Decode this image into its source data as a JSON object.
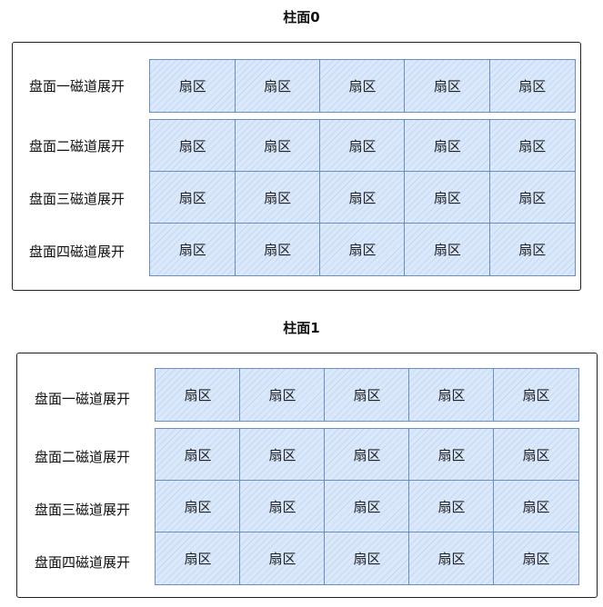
{
  "cylinders": [
    {
      "title": "柱面0",
      "rows": [
        {
          "label": "盘面一磁道展开",
          "sectors": [
            "扇区",
            "扇区",
            "扇区",
            "扇区",
            "扇区"
          ]
        },
        {
          "label": "盘面二磁道展开",
          "sectors": [
            "扇区",
            "扇区",
            "扇区",
            "扇区",
            "扇区"
          ]
        },
        {
          "label": "盘面三磁道展开",
          "sectors": [
            "扇区",
            "扇区",
            "扇区",
            "扇区",
            "扇区"
          ]
        },
        {
          "label": "盘面四磁道展开",
          "sectors": [
            "扇区",
            "扇区",
            "扇区",
            "扇区",
            "扇区"
          ]
        }
      ]
    },
    {
      "title": "柱面1",
      "rows": [
        {
          "label": "盘面一磁道展开",
          "sectors": [
            "扇区",
            "扇区",
            "扇区",
            "扇区",
            "扇区"
          ]
        },
        {
          "label": "盘面二磁道展开",
          "sectors": [
            "扇区",
            "扇区",
            "扇区",
            "扇区",
            "扇区"
          ]
        },
        {
          "label": "盘面三磁道展开",
          "sectors": [
            "扇区",
            "扇区",
            "扇区",
            "扇区",
            "扇区"
          ]
        },
        {
          "label": "盘面四磁道展开",
          "sectors": [
            "扇区",
            "扇区",
            "扇区",
            "扇区",
            "扇区"
          ]
        }
      ]
    }
  ],
  "colors": {
    "sector_fill": "#dae8fc",
    "sector_stroke": "#6c8ebf",
    "frame": "#222222"
  }
}
